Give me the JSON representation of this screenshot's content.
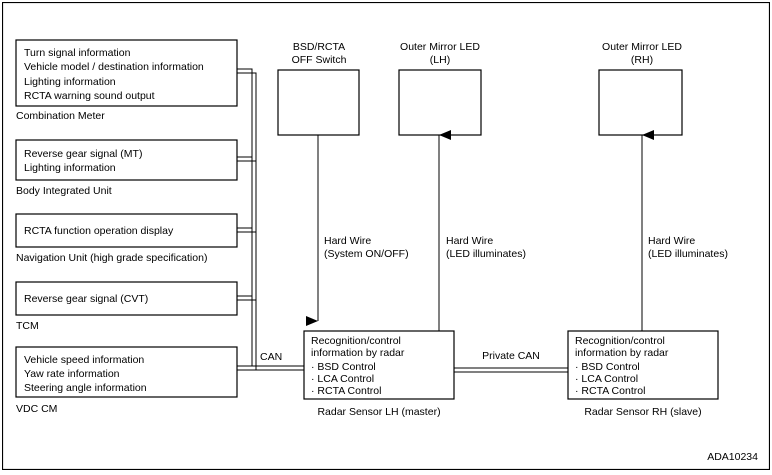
{
  "colors": {
    "line": "#000000",
    "background": "#ffffff"
  },
  "ecus": {
    "combination_meter": {
      "label": "Combination Meter",
      "lines": [
        "Turn signal information",
        "Vehicle model / destination information",
        "Lighting information",
        "RCTA warning sound output"
      ]
    },
    "body_integrated_unit": {
      "label": "Body Integrated Unit",
      "lines": [
        "Reverse gear signal (MT)",
        "Lighting information"
      ]
    },
    "navigation_unit": {
      "label": "Navigation Unit (high grade specification)",
      "lines": [
        "RCTA function operation display"
      ]
    },
    "tcm": {
      "label": "TCM",
      "lines": [
        "Reverse gear signal (CVT)"
      ]
    },
    "vdc_cm": {
      "label": "VDC CM",
      "lines": [
        "Vehicle speed information",
        "Yaw rate information",
        "Steering angle information"
      ]
    }
  },
  "switch": {
    "title": [
      "BSD/RCTA",
      "OFF Switch"
    ]
  },
  "led_lh": {
    "title": [
      "Outer Mirror LED",
      "(LH)"
    ]
  },
  "led_rh": {
    "title": [
      "Outer Mirror LED",
      "(RH)"
    ]
  },
  "wires": {
    "switch": [
      "Hard Wire",
      "(System ON/OFF)"
    ],
    "led_lh": [
      "Hard Wire",
      "(LED illuminates)"
    ],
    "led_rh": [
      "Hard Wire",
      "(LED illuminates)"
    ]
  },
  "buses": {
    "can": "CAN",
    "private_can": "Private CAN"
  },
  "radar_lh": {
    "lines": [
      "Recognition/control",
      "information by radar",
      "· BSD Control",
      "· LCA Control",
      "· RCTA Control"
    ],
    "label": "Radar Sensor LH (master)"
  },
  "radar_rh": {
    "lines": [
      "Recognition/control",
      "information by radar",
      "· BSD Control",
      "· LCA Control",
      "· RCTA Control"
    ],
    "label": "Radar Sensor RH (slave)"
  },
  "figure_code": "ADA10234"
}
